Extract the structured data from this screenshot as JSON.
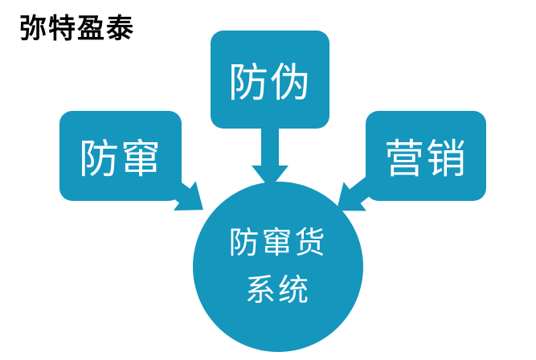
{
  "brand": {
    "title": "弥特盈泰"
  },
  "diagram": {
    "accent_color": "#1596bd",
    "text_color": "#ffffff",
    "boxes": [
      {
        "id": "anti-diversion",
        "label": "防窜"
      },
      {
        "id": "anti-counterfeit",
        "label": "防伪"
      },
      {
        "id": "marketing",
        "label": "营销"
      }
    ],
    "center": {
      "label_line1": "防窜货",
      "label_line2": "系统"
    },
    "arrows": [
      {
        "from": "anti-diversion",
        "to": "center"
      },
      {
        "from": "anti-counterfeit",
        "to": "center"
      },
      {
        "from": "marketing",
        "to": "center"
      }
    ]
  }
}
